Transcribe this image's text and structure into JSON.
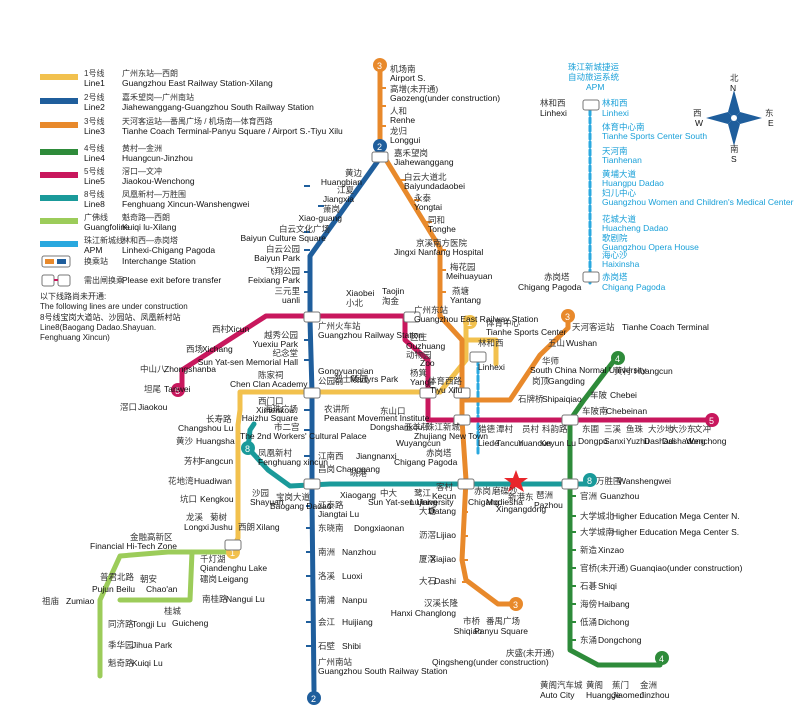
{
  "colors": {
    "line1": "#f2c14e",
    "line2": "#1f5e9c",
    "line3": "#e8892b",
    "line4": "#2e8b3a",
    "line5": "#c8175d",
    "line8": "#1a9a9a",
    "guangfo": "#9ccc5a",
    "apm": "#29a8df",
    "star": "#e8262b"
  },
  "legend": [
    {
      "num": "1号线",
      "en": "Line1",
      "zh": "广州东站—西朗",
      "route_en": "Guangzhou East Railway Station-Xilang",
      "color": "#f2c14e"
    },
    {
      "num": "2号线",
      "en": "Line2",
      "zh": "嘉禾望岗—广州南站",
      "route_en": "Jiahewanggang-Guangzhou South Railway Station",
      "color": "#1f5e9c"
    },
    {
      "num": "3号线",
      "en": "Line3",
      "zh": "天河客运站—番禺广场 / 机场南—体育西路",
      "route_en": "Tianhe Coach Terminal-Panyu Square / Airport S.-Tiyu Xilu",
      "color": "#e8892b"
    },
    {
      "num": "4号线",
      "en": "Line4",
      "zh": "黄村—金洲",
      "route_en": "Huangcun-Jinzhou",
      "color": "#2e8b3a"
    },
    {
      "num": "5号线",
      "en": "Line5",
      "zh": "滘口—文冲",
      "route_en": "Jiaokou-Wenchong",
      "color": "#c8175d"
    },
    {
      "num": "8号线",
      "en": "Line8",
      "zh": "凤凰新村—万胜围",
      "route_en": "Fenghuang Xincun-Wanshengwei",
      "color": "#1a9a9a"
    },
    {
      "num": "广佛线",
      "en": "Guangfoline",
      "zh": "魁奇路—西朗",
      "route_en": "Kuiqi lu-Xilang",
      "color": "#9ccc5a"
    },
    {
      "num": "珠江新城线",
      "en": "APM",
      "zh": "林和西—赤岗塔",
      "route_en": "Linhexi-Chigang Pagoda",
      "color": "#29a8df"
    }
  ],
  "legend_interchange": {
    "zh": "换乘站",
    "en": "Interchange Station"
  },
  "legend_exit": {
    "zh": "需出闸换乘",
    "en": "Please exit before transfer"
  },
  "notes": [
    "以下线路尚未开通:",
    "The following lines are under construction",
    "8号线宝岗大道站、沙园站、凤凰新村站",
    "Line8(Baogang Dadao.Shayuan.",
    "Fenghuang Xincun)"
  ],
  "compass": {
    "north": "北",
    "north_en": "N",
    "south": "南",
    "south_en": "S",
    "east": "东",
    "east_en": "E",
    "west": "西",
    "west_en": "W"
  },
  "line_badges": [
    "1",
    "2",
    "3",
    "4",
    "5",
    "8"
  ],
  "apm_title": [
    "珠江新城捷运",
    "自动旅运系统",
    "APM"
  ],
  "stations": {
    "line3_north": [
      {
        "zh": "机场南",
        "en": "Airport S."
      },
      {
        "zh": "高增(未开通)",
        "en": "Gaozeng(under construction)"
      },
      {
        "zh": "人和",
        "en": "Renhe"
      },
      {
        "zh": "龙归",
        "en": "Longgui"
      },
      {
        "zh": "嘉禾望岗",
        "en": "Jiahewanggang"
      },
      {
        "zh": "白云大道北",
        "en": "Baiyundadaobei"
      },
      {
        "zh": "永泰",
        "en": "Yongtai"
      },
      {
        "zh": "同和",
        "en": "Tonghe"
      },
      {
        "zh": "京溪南方医院",
        "en": "Jingxi Nanfang Hospital"
      },
      {
        "zh": "梅花园",
        "en": "Meihuayuan"
      },
      {
        "zh": "燕塘",
        "en": "Yantang"
      }
    ],
    "line2_north": [
      {
        "zh": "黄边",
        "en": "Huangbian"
      },
      {
        "zh": "江夏",
        "en": "Jiangxia"
      },
      {
        "zh": "萧岗",
        "en": "Xiao-guang"
      },
      {
        "zh": "白云文化广场",
        "en": "Baiyun Culture Square"
      },
      {
        "zh": "白云公园",
        "en": "Baiyun Park"
      },
      {
        "zh": "飞翔公园",
        "en": "Feixiang Park"
      },
      {
        "zh": "三元里",
        "en": "uanli"
      },
      {
        "zh": "越秀公园",
        "en": "Yuexiu Park"
      },
      {
        "zh": "纪念堂",
        "en": "Sun Yat-sen Memorial Hall"
      },
      {
        "zh": "公园前",
        "en": "Gongyuanqian"
      },
      {
        "zh": "海珠广场",
        "en": "Haizhu Square"
      },
      {
        "zh": "市二宫",
        "en": "The 2nd Workers' Cultural Palace"
      },
      {
        "zh": "江南西",
        "en": "Jiangnanxi"
      },
      {
        "zh": "昌岗",
        "en": "Changgang"
      }
    ],
    "line2_south": [
      {
        "zh": "江泰路",
        "en": "Jiangtai Lu"
      },
      {
        "zh": "东晓南",
        "en": "Dongxiaonan"
      },
      {
        "zh": "南洲",
        "en": "Nanzhou"
      },
      {
        "zh": "洛溪",
        "en": "Luoxi"
      },
      {
        "zh": "南浦",
        "en": "Nanpu"
      },
      {
        "zh": "会江",
        "en": "Huijiang"
      },
      {
        "zh": "石壁",
        "en": "Shibi"
      },
      {
        "zh": "广州南站",
        "en": "Guangzhou South Railway Station"
      }
    ],
    "line1_west": [
      {
        "zh": "广州火车站",
        "en": "Guangzhou Railway Station"
      },
      {
        "zh": "陈家祠",
        "en": "Chen Clan Academy"
      },
      {
        "zh": "西门口",
        "en": "Ximenkou"
      },
      {
        "zh": "农讲所",
        "en": "Peasant Movement Institute"
      },
      {
        "zh": "烈士陵园",
        "en": "Martyrs Park"
      },
      {
        "zh": "东山口",
        "en": "Dongshankou"
      },
      {
        "zh": "杨箕",
        "en": "Yangji"
      },
      {
        "zh": "长寿路",
        "en": "Changshou Lu"
      },
      {
        "zh": "黄沙",
        "en": "Huangsha"
      },
      {
        "zh": "芳村",
        "en": "Fangcun"
      },
      {
        "zh": "花地湾",
        "en": "Huadiwan"
      },
      {
        "zh": "坑口",
        "en": "Kengkou"
      },
      {
        "zh": "西朗",
        "en": "Xilang"
      }
    ],
    "line5_west": [
      {
        "zh": "西村",
        "en": "Xicun"
      },
      {
        "zh": "西场",
        "en": "Xichang"
      },
      {
        "zh": "中山八",
        "en": "Zhongshanba"
      },
      {
        "zh": "坦尾",
        "en": "Tanwei"
      },
      {
        "zh": "滘口",
        "en": "Jiaokou"
      },
      {
        "zh": "小北",
        "en": "Xiaobei"
      },
      {
        "zh": "淘金",
        "en": "Taojin"
      },
      {
        "zh": "区庄",
        "en": "Ouzhuang"
      },
      {
        "zh": "动物园",
        "en": "Zoo"
      },
      {
        "zh": "五羊邨",
        "en": "Wuyangcun"
      },
      {
        "zh": "猎德",
        "en": "Liede"
      },
      {
        "zh": "潭村",
        "en": "Tancun"
      },
      {
        "zh": "员村",
        "en": "Yuancun"
      },
      {
        "zh": "科韵路",
        "en": "Keyun Lu"
      }
    ],
    "line5_east": [
      {
        "zh": "东圃",
        "en": "Dongpu"
      },
      {
        "zh": "三溪",
        "en": "Sanxi"
      },
      {
        "zh": "鱼珠",
        "en": "Yuzhu"
      },
      {
        "zh": "大沙地",
        "en": "Dashadi"
      },
      {
        "zh": "大沙东",
        "en": "Dashadong"
      },
      {
        "zh": "文冲",
        "en": "Wenchong"
      }
    ],
    "line8": [
      {
        "zh": "凤凰新村",
        "en": "Fenghuang xincun"
      },
      {
        "zh": "沙园",
        "en": "Shayuan"
      },
      {
        "zh": "宝岗大道",
        "en": "Baogang Dadao"
      },
      {
        "zh": "晓港",
        "en": "Xiaogang"
      },
      {
        "zh": "中大",
        "en": "Sun Yat-sen University"
      },
      {
        "zh": "鹭江",
        "en": "Lujiang"
      },
      {
        "zh": "客村",
        "en": "Kecun"
      },
      {
        "zh": "赤岗",
        "en": "Chigang"
      },
      {
        "zh": "磨碟沙",
        "en": "Modiesha"
      },
      {
        "zh": "新港东",
        "en": "Xingangdong"
      },
      {
        "zh": "琶洲",
        "en": "Pazhou"
      },
      {
        "zh": "万胜围",
        "en": "Wanshengwei"
      }
    ],
    "line3_core": [
      {
        "zh": "广州东站",
        "en": "Guangzhou East Railway Station"
      },
      {
        "zh": "林和西",
        "en": "Linhexi"
      },
      {
        "zh": "体育西路",
        "en": "Tiyu Xilu"
      },
      {
        "zh": "体育中心",
        "en": "Tianhe Sports Center"
      },
      {
        "zh": "珠江新城",
        "en": "Zhujiang New Town"
      },
      {
        "zh": "赤岗塔",
        "en": "Chigang Pagoda"
      },
      {
        "zh": "天河客运站",
        "en": "Tianhe Coach Terminal"
      },
      {
        "zh": "五山",
        "en": "Wushan"
      },
      {
        "zh": "华师",
        "en": "South China Normal University"
      },
      {
        "zh": "岗顶",
        "en": "Gangding"
      },
      {
        "zh": "石牌桥",
        "en": "Shipaiqiao"
      }
    ],
    "line3_south": [
      {
        "zh": "大塘",
        "en": "Datang"
      },
      {
        "zh": "沥滘",
        "en": "Lijiao"
      },
      {
        "zh": "厦滘",
        "en": "Xiajiao"
      },
      {
        "zh": "大石",
        "en": "Dashi"
      },
      {
        "zh": "汉溪长隆",
        "en": "Hanxi Changlong"
      },
      {
        "zh": "市桥",
        "en": "Shiqiao"
      },
      {
        "zh": "番禺广场",
        "en": "Panyu Square"
      }
    ],
    "line4": [
      {
        "zh": "黄村",
        "en": "Huangcun"
      },
      {
        "zh": "车陂",
        "en": "Chebei"
      },
      {
        "zh": "车陂南",
        "en": "Chebeinan"
      },
      {
        "zh": "官洲",
        "en": "Guanzhou"
      },
      {
        "zh": "大学城北",
        "en": "Higher Education Mega Center N."
      },
      {
        "zh": "大学城南",
        "en": "Higher Education Mega Center S."
      },
      {
        "zh": "新造",
        "en": "Xinzao"
      },
      {
        "zh": "官桥(未开通)",
        "en": "Guanqiao(under construction)"
      },
      {
        "zh": "石碁",
        "en": "Shiqi"
      },
      {
        "zh": "海傍",
        "en": "Haibang"
      },
      {
        "zh": "低涌",
        "en": "Dichong"
      },
      {
        "zh": "东涌",
        "en": "Dongchong"
      },
      {
        "zh": "庆盛(未开通)",
        "en": "Qingsheng(under construction)"
      },
      {
        "zh": "黄阁汽车城",
        "en": "Auto City"
      },
      {
        "zh": "黄阁",
        "en": "Huangge"
      },
      {
        "zh": "蕉门",
        "en": "Jiaomen"
      },
      {
        "zh": "金洲",
        "en": "Jinzhou"
      }
    ],
    "guangfo": [
      {
        "zh": "金融高新区",
        "en": "Financial Hi-Tech Zone"
      },
      {
        "zh": "千灯湖",
        "en": "Qiandenghu Lake"
      },
      {
        "zh": "礌岗",
        "en": "Leigang"
      },
      {
        "zh": "南桂路",
        "en": "Nangui Lu"
      },
      {
        "zh": "桂城",
        "en": "Guicheng"
      },
      {
        "zh": "朝安",
        "en": "Chao'an"
      },
      {
        "zh": "普君北路",
        "en": "Pujun Beilu"
      },
      {
        "zh": "祖庙",
        "en": "Zumiao"
      },
      {
        "zh": "同济路",
        "en": "Tongji Lu"
      },
      {
        "zh": "季华园",
        "en": "Jihua Park"
      },
      {
        "zh": "魁奇路",
        "en": "Kuiqi Lu"
      },
      {
        "zh": "龙溪",
        "en": "Longxi"
      },
      {
        "zh": "菊树",
        "en": "Jushu"
      }
    ],
    "apm": [
      {
        "zh": "林和西",
        "en": "Linhexi"
      },
      {
        "zh": "体育中心南",
        "en": "Tianhe Sports Center South"
      },
      {
        "zh": "天河南",
        "en": "Tianhenan"
      },
      {
        "zh": "黄埔大道",
        "en": "Huangpu Dadao"
      },
      {
        "zh": "妇儿中心",
        "en": "Guangzhou Women and Children's Medical Center"
      },
      {
        "zh": "花城大道",
        "en": "Huacheng Dadao"
      },
      {
        "zh": "歌剧院",
        "en": "Guangzhou Opera House"
      },
      {
        "zh": "海心沙",
        "en": "Haixinsha"
      },
      {
        "zh": "赤岗塔",
        "en": "Chigang Pagoda"
      }
    ]
  }
}
